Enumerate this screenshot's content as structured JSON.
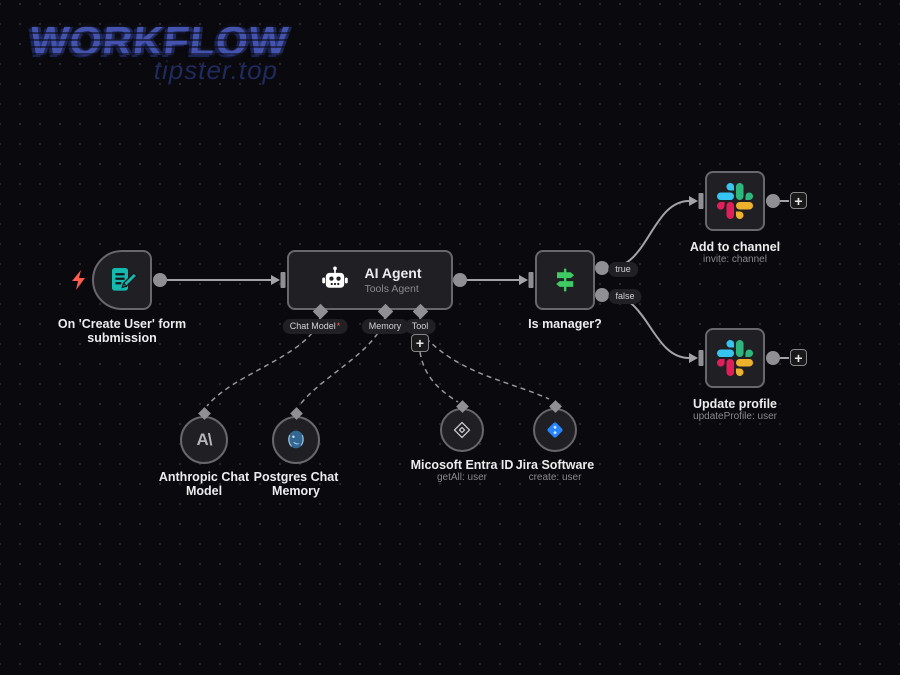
{
  "logo": {
    "title": "WORKFLOW",
    "subtitle": "tipster.top"
  },
  "colors": {
    "bg": "#0a090d",
    "node-bg": "#1f1f24",
    "node-border": "#67676d",
    "wire": "#a4a4a8",
    "port": "#909094",
    "text-primary": "#ececee",
    "text-secondary": "#8a8a90",
    "logo-blue": "#4353ae",
    "logo-sub": "#1f2a5e",
    "bolt-orange": "#ff5c4c",
    "form-teal": "#15b9ae",
    "if-green": "#3fca63",
    "jira-blue": "#2684FF",
    "postgres-blue": "#336791",
    "anthropic-gray": "#b5b5b9"
  },
  "nodes": {
    "trigger": {
      "label": "On 'Create User' form submission"
    },
    "agent": {
      "title": "AI Agent",
      "subtitle": "Tools Agent"
    },
    "if_node": {
      "label": "Is manager?"
    },
    "add_channel": {
      "label": "Add to channel",
      "subtitle": "invite: channel"
    },
    "update_profile": {
      "label": "Update profile",
      "subtitle": "updateProfile: user"
    },
    "anthropic": {
      "label": "Anthropic Chat Model"
    },
    "postgres": {
      "label": "Postgres Chat Memory"
    },
    "entra": {
      "label": "Micosoft Entra ID",
      "subtitle": "getAll: user"
    },
    "jira": {
      "label": "Jira Software",
      "subtitle": "create: user"
    }
  },
  "connectors": {
    "chat_model": "Chat Model",
    "chat_model_required": "*",
    "memory": "Memory",
    "tool": "Tool",
    "true_label": "true",
    "false_label": "false",
    "plus": "+"
  },
  "icons": {
    "anthropic_glyph": "A\\"
  }
}
